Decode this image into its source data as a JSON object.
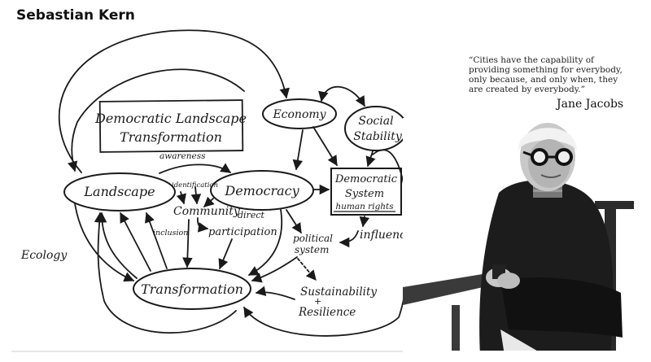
{
  "author": "Sebastian Kern",
  "diagram": {
    "title_lines": [
      "Democratic Landscape",
      "Transformation"
    ],
    "nodes": {
      "economy": "Economy",
      "social_stability_lines": [
        "Social",
        "Stability"
      ],
      "landscape": "Landscape",
      "democracy": "Democracy",
      "democratic_system_lines": [
        "Democratic",
        "System"
      ],
      "human_rights": "human rights",
      "transformation": "Transformation"
    },
    "labels": {
      "awareness": "awareness",
      "identification": "identification",
      "community": "Community",
      "direct": "direct",
      "participation": "participation",
      "inclusion": "inclusion",
      "influence": "influence",
      "political_system_lines": [
        "political",
        "system"
      ],
      "sustainability": "Sustainability",
      "plus": "+",
      "resilience": "Resilience",
      "ecology": "Ecology"
    }
  },
  "quote": {
    "text": "“Cities have the capability of providing something for everybody, only because, and only when, they are created by everybody.”",
    "author": "Jane Jacobs"
  }
}
